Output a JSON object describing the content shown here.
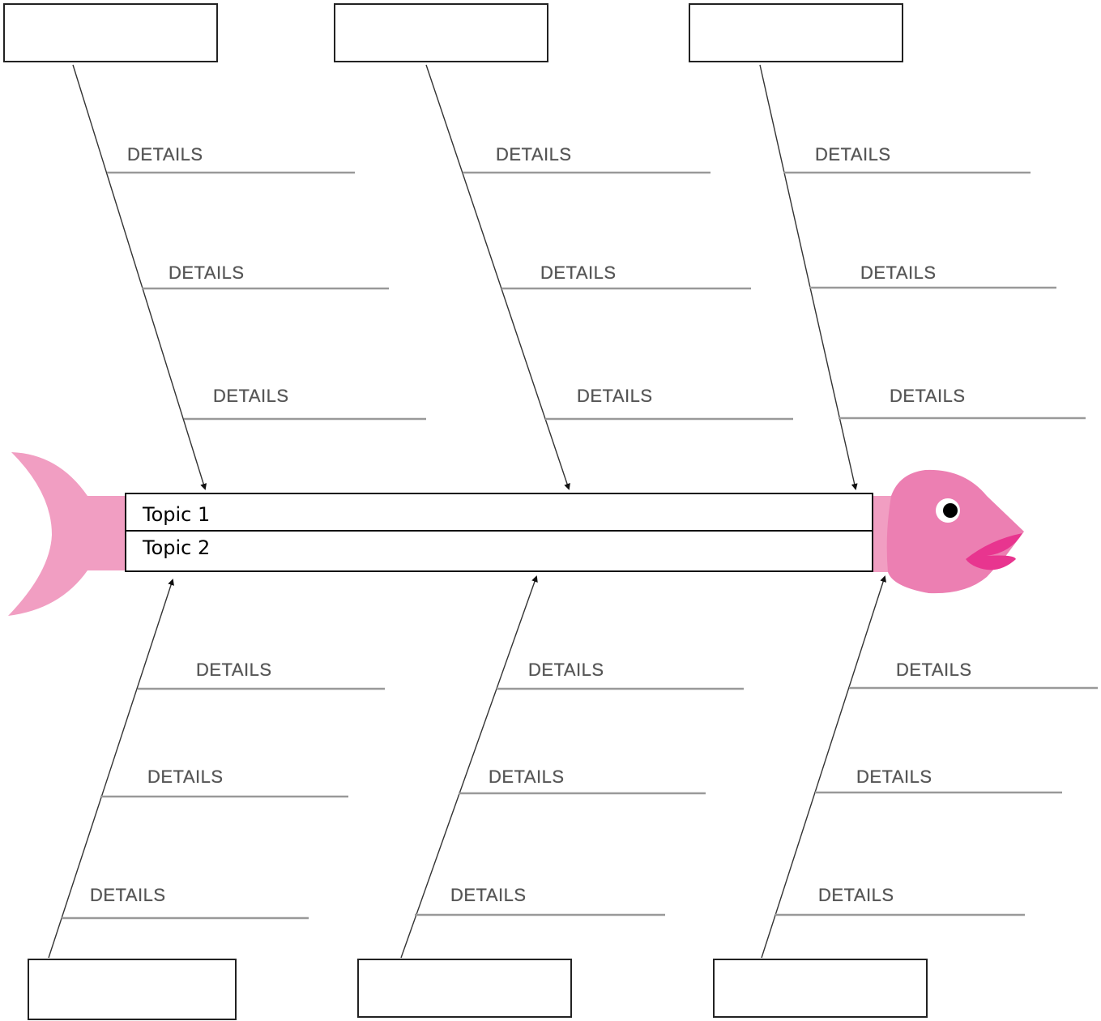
{
  "spine": {
    "topics": [
      "Topic 1",
      "Topic 2"
    ]
  },
  "categories": {
    "top": [
      "",
      "",
      ""
    ],
    "bottom": [
      "",
      "",
      ""
    ]
  },
  "detail_label": "DETAILS",
  "colors": {
    "fish_body": "#f19ec2",
    "fish_head": "#ec7fb2",
    "fish_lips": "#e8358f",
    "bone_line": "#333333",
    "detail_line": "#999999"
  }
}
